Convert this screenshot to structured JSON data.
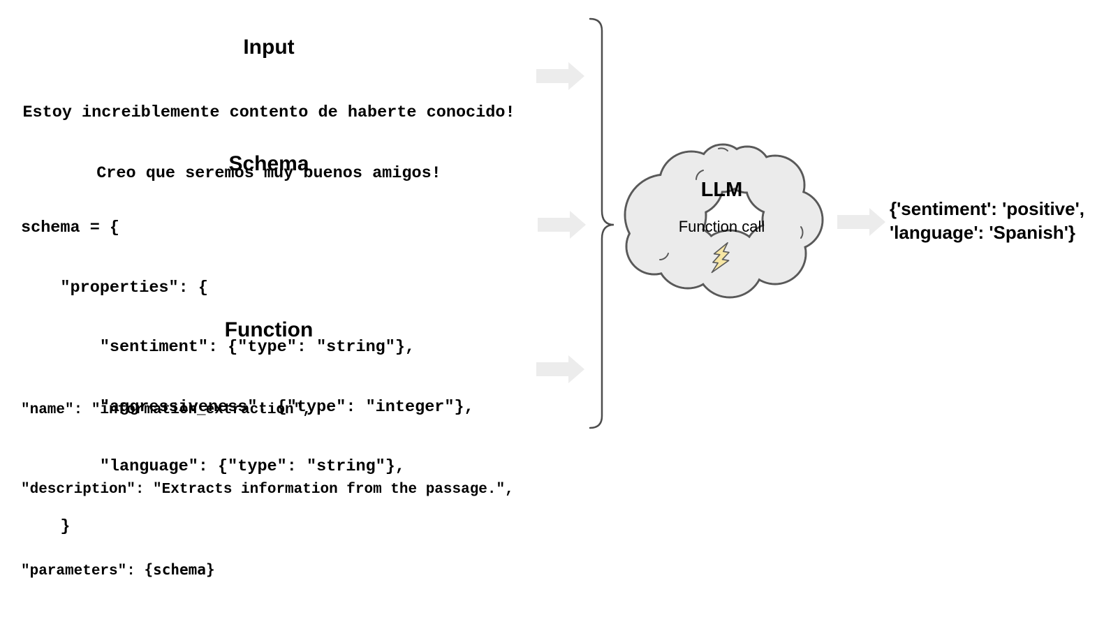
{
  "sections": {
    "input": {
      "title": "Input",
      "lines": [
        "Estoy increiblemente contento de haberte conocido!",
        "Creo que seremos muy buenos amigos!"
      ]
    },
    "schema": {
      "title": "Schema",
      "code": [
        "schema = {",
        "    \"properties\": {",
        "        \"sentiment\": {\"type\": \"string\"},",
        "        \"aggressiveness\": {\"type\": \"integer\"},",
        "        \"language\": {\"type\": \"string\"},",
        "    }"
      ]
    },
    "function": {
      "title": "Function",
      "code": [
        "\"name\": \"information_extraction\",",
        "\"description\": \"Extracts information from the passage.\","
      ],
      "parameters_prefix": "\"parameters\": ",
      "parameters_value": "{schema}"
    }
  },
  "llm_cloud": {
    "title": "LLM",
    "subtitle": "Function call",
    "icon": "lightning-bolt"
  },
  "output": {
    "lines": [
      "{'sentiment': 'positive',",
      "'language': 'Spanish'}"
    ]
  },
  "colors": {
    "text": "#000000",
    "arrow": "#ececec",
    "cloud_fill": "#ebebeb",
    "cloud_stroke": "#595959",
    "bolt_fill": "#f7e6a4",
    "brace": "#4d4d4d"
  }
}
